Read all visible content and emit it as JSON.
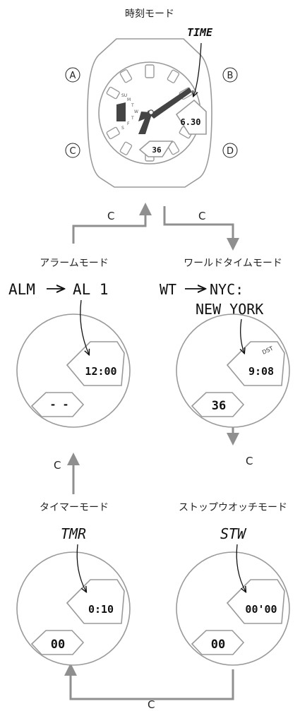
{
  "modes": {
    "timekeeping": {
      "title": "時刻モード",
      "label": "TIME",
      "time": "6.30",
      "day": "36"
    },
    "alarm": {
      "title": "アラームモード",
      "label_from": "ALM",
      "label_to": "AL 1",
      "time": "12:00",
      "bottom": "- -"
    },
    "worldtime": {
      "title": "ワールドタイムモード",
      "label_from": "WT",
      "label_to": "NYC:",
      "city": "NEW YORK",
      "dst": "DST",
      "time": "9:08",
      "bottom": "36"
    },
    "timer": {
      "title": "タイマーモード",
      "label": "TMR",
      "time": "0:10",
      "bottom": "00"
    },
    "stopwatch": {
      "title": "ストップウオッチモード",
      "label": "STW",
      "time": "00'00",
      "bottom": "00"
    }
  },
  "buttons": {
    "a": "A",
    "b": "B",
    "c": "C",
    "d": "D"
  },
  "flow_label": "C",
  "subdial": [
    "SU",
    "M",
    "T",
    "W",
    "T",
    "F",
    "S"
  ],
  "colors": {
    "arrow": "#8f8f8f",
    "outline": "#9a9a9a",
    "hand": "#444444",
    "text": "#222222"
  }
}
